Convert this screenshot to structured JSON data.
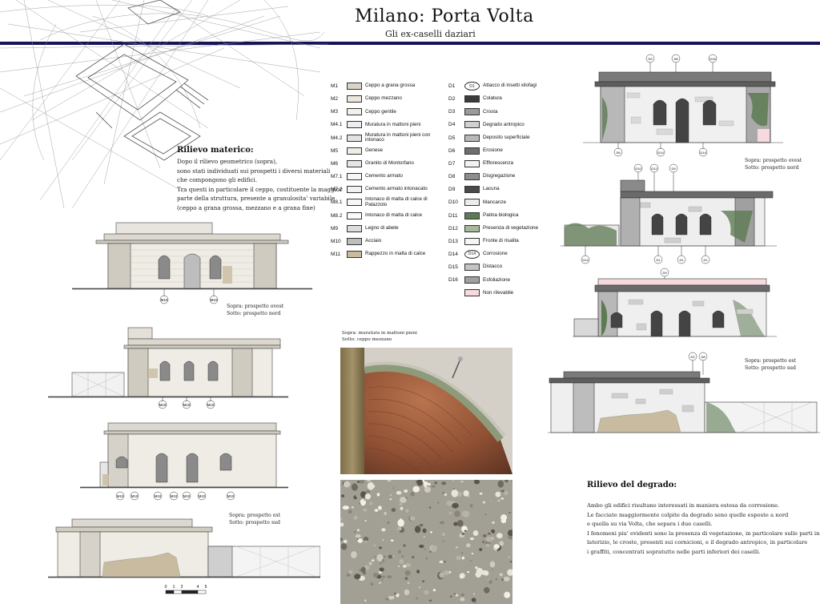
{
  "header": {
    "title": "Milano: Porta Volta",
    "subtitle": "Gli ex-caselli daziari"
  },
  "materic": {
    "title": "Rilievo materico:",
    "lines": [
      "Dopo il rilievo geometrico (sopra),",
      "sono stati individuati sui prospetti i diversi materiali",
      "che compongono gli edifici.",
      "Tra questi in particolare il ceppo, costituente la maggior",
      "parte della struttura, presente a granulosita' variabile",
      "(ceppo a grana grossa, mezzano e a grana fine)"
    ]
  },
  "materials_legend": [
    {
      "code": "M1",
      "label": "Ceppo a grana grossa",
      "color": "#d9d4c7"
    },
    {
      "code": "M2",
      "label": "Ceppo mezzano",
      "color": "#ebe7dc"
    },
    {
      "code": "M3",
      "label": "Ceppo gentile",
      "color": "#f4f1ea"
    },
    {
      "code": "M4.1",
      "label": "Muratura in mattoni pieni",
      "color": "#eeeeee"
    },
    {
      "code": "M4.2",
      "label": "Muratura in mattoni pieni con intonaco",
      "color": "#e2e2e2"
    },
    {
      "code": "M5",
      "label": "Genese",
      "color": "#f0ede6"
    },
    {
      "code": "M6",
      "label": "Granito di Montorfano",
      "color": "#e6e6e6"
    },
    {
      "code": "M7.1",
      "label": "Cemento armato",
      "color": "#f6f6f6"
    },
    {
      "code": "M7.2",
      "label": "Cemento armato intonacato",
      "color": "#f2f2f2"
    },
    {
      "code": "M8.1",
      "label": "Intonaco di malta di calce di Palazzolo",
      "color": "#f7f7f7"
    },
    {
      "code": "M8.2",
      "label": "Intonaco di malta di calce",
      "color": "#fafafa"
    },
    {
      "code": "M9",
      "label": "Legno di abete",
      "color": "#dcdcdc"
    },
    {
      "code": "M10",
      "label": "Acciaio",
      "color": "#bdbdbd"
    },
    {
      "code": "M11",
      "label": "Rappezzo in malta di calce",
      "color": "#c9bba0"
    }
  ],
  "decay_legend": [
    {
      "code": "D1",
      "label": "Attacco di insetti xilofagi",
      "color": "#ffffff",
      "marker": "D1"
    },
    {
      "code": "D2",
      "label": "Colatura",
      "color": "#3b3b3b"
    },
    {
      "code": "D3",
      "label": "Crosta",
      "color": "#9a9a9a"
    },
    {
      "code": "D4",
      "label": "Degrado antropico",
      "color": "#d0d0d0"
    },
    {
      "code": "D5",
      "label": "Deposito superficiale",
      "color": "#b8b8b8"
    },
    {
      "code": "D6",
      "label": "Erosione",
      "color": "#6e6e6e"
    },
    {
      "code": "D7",
      "label": "Efflorescenza",
      "color": "#f2f2f2"
    },
    {
      "code": "D8",
      "label": "Disgregazione",
      "color": "#8d8d8d"
    },
    {
      "code": "D9",
      "label": "Lacuna",
      "color": "#4a4a4a"
    },
    {
      "code": "D10",
      "label": "Mancanze",
      "color": "#ececec"
    },
    {
      "code": "D11",
      "label": "Patina biologica",
      "color": "#5d7a52"
    },
    {
      "code": "D12",
      "label": "Presenza di vegetazione",
      "color": "#a7b89a"
    },
    {
      "code": "D13",
      "label": "Fronte di risalita",
      "color": "#f5f5f5"
    },
    {
      "code": "D14",
      "label": "Corrosione",
      "color": "#ffffff",
      "marker": "D14"
    },
    {
      "code": "D15",
      "label": "Distacco",
      "color": "#c4c4c4"
    },
    {
      "code": "D16",
      "label": "Esfoliazione",
      "color": "#a0a0a0"
    },
    {
      "code": "",
      "label": "Non rilevabile",
      "color": "#f7d9de"
    }
  ],
  "captions": {
    "left_1": [
      "Sopra: prospetto ovest",
      "Sotto: prospetto nord"
    ],
    "left_2": [
      "Sopra: prospetto est",
      "Sotto: prospetto sud"
    ],
    "right_1": [
      "Sopra: prospetto ovest",
      "Sotto: prospetto nord"
    ],
    "right_2": [
      "Sopra: prospetto est",
      "Sotto: prospetto sud"
    ],
    "photo": [
      "Sopra: muratura in mattoni pieni",
      "Sotto: ceppo mezzano"
    ]
  },
  "markers": {
    "elev1": [
      "M10",
      "M10"
    ],
    "elev2": [
      "M10",
      "M10",
      "M10"
    ],
    "elev3": [
      "M10",
      "M10",
      "M10",
      "M10",
      "M10",
      "M10",
      "M10"
    ],
    "r1_top": [
      "D9",
      "D8",
      "D16"
    ],
    "r1_bottom": [
      "D6",
      "D14",
      "D14"
    ],
    "r2_top": [
      "D10",
      "D12",
      "D9"
    ],
    "r2_bottom": [
      "D14",
      "D1",
      "D1",
      "D1"
    ],
    "r3_top": [
      "D9"
    ],
    "r4_top": [
      "D2",
      "D8"
    ]
  },
  "scale": {
    "ticks": [
      "0",
      "1",
      "2",
      "4",
      "5"
    ]
  },
  "decay": {
    "title": "Rilievo del degrado:",
    "lines": [
      "Ambo gli edifici risultano interessati in maniera estesa da corrosione.",
      "Le facciate maggiormente colpite da degrado sono quelle esposte a nord",
      "e quella su via Volta, che separa i due caselli.",
      "I fenomeni piu' evidenti sono la presenza di vegetazione, in particolare sulle parti in",
      "laterizio, le croste, presenti sui cornicioni, e il degrado antropico, in particolare",
      "i graffiti, concentrati sopratutto nelle parti inferiori dei caselli."
    ]
  },
  "colors": {
    "rule": "#14145a",
    "vegetation": "#5d7a52",
    "patch": "#c9bba0",
    "not_detectable": "#f7d9de"
  }
}
